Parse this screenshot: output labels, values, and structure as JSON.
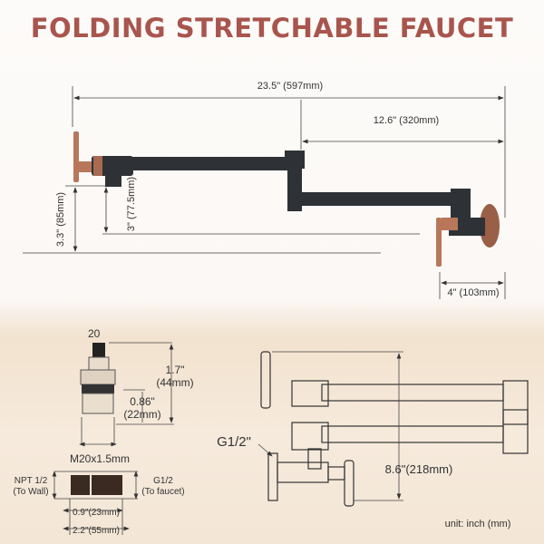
{
  "title": "FOLDING STRETCHABLE FAUCET",
  "top_diagram": {
    "overall_length": "23.5\" (597mm)",
    "arm_length": "12.6\" (320mm)",
    "height_outer": "3.3\" (85mm)",
    "height_inner": "3\" (77.5mm)",
    "wall_depth": "4\" (103mm)"
  },
  "cartridge": {
    "spline": "20",
    "total_height": "1.7\"",
    "total_height_mm": "(44mm)",
    "thread_height": "0.86\"",
    "thread_height_mm": "(22mm)",
    "thread": "M20x1.5mm"
  },
  "adapter": {
    "left_label": "NPT 1/2",
    "left_sub": "(To Wall)",
    "right_label": "G1/2",
    "right_sub": "(To faucet)",
    "inner_length": "0.9\"(23mm)",
    "total_length": "2.2\"(55mm)"
  },
  "side_view": {
    "inlet": "G1/2\"",
    "folded_height": "8.6\"(218mm)",
    "unit_note": "unit: inch (mm)"
  },
  "colors": {
    "title": "#a8554d",
    "metal": "#2e3236",
    "copper": "#b8775a"
  }
}
